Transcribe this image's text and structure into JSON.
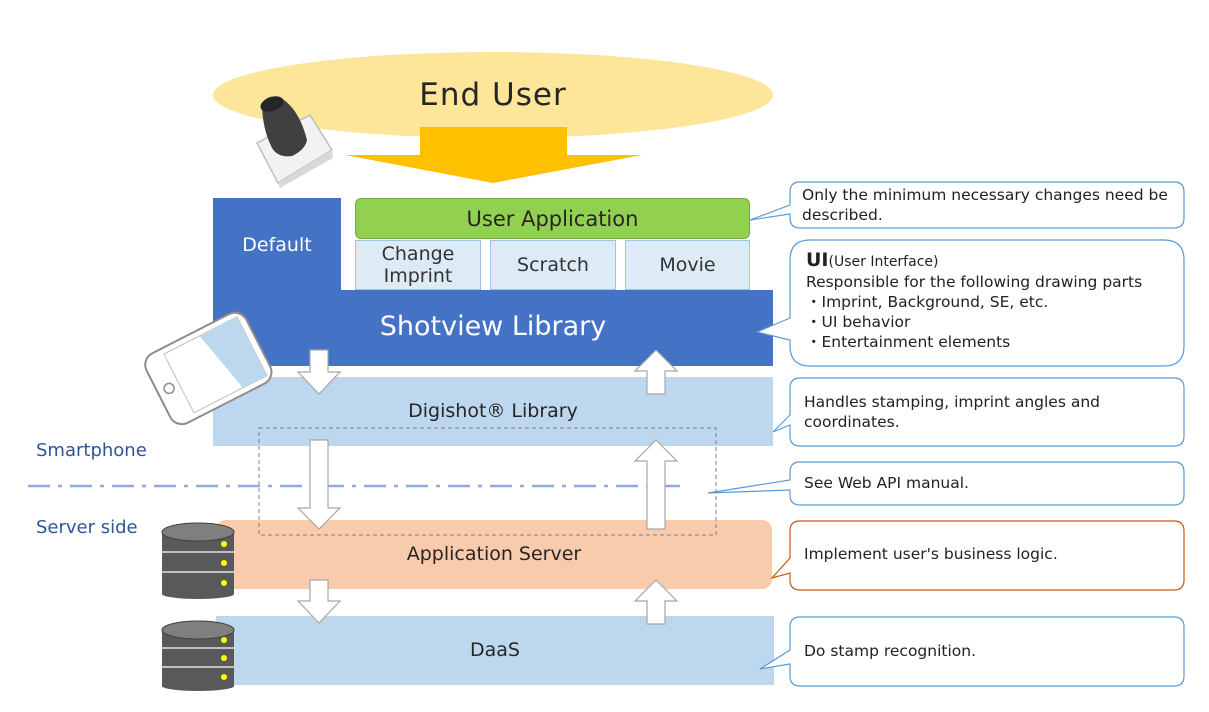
{
  "end_user": {
    "label": "End User"
  },
  "layers": {
    "default": "Default",
    "user_application": "User Application",
    "tabs": [
      "Change\nImprint",
      "Scratch",
      "Movie"
    ],
    "shotview": "Shotview Library",
    "digishot": "Digishot® Library",
    "app_server": "Application Server",
    "daas": "DaaS"
  },
  "zones": {
    "smartphone": "Smartphone",
    "server": "Server side"
  },
  "callouts": {
    "user_app": "Only the minimum necessary changes need be described.",
    "ui": {
      "heading": "UI",
      "heading_sub": "(User Interface)",
      "intro": "Responsible for the following drawing parts",
      "bullets": [
        "・Imprint, Background, SE, etc.",
        "・UI behavior",
        "・Entertainment elements"
      ]
    },
    "digishot": "Handles stamping, imprint angles and coordinates.",
    "web_api": "See Web API manual.",
    "app_server": "Implement user's business logic.",
    "daas": "Do stamp recognition."
  },
  "icons": [
    "stamp-icon",
    "smartphone-icon",
    "database-icon"
  ],
  "colors": {
    "end_user_ellipse": "#fde59a",
    "arrow_gold": "#ffc000",
    "shotview_blue": "#4472c4",
    "user_app_green": "#92d050",
    "light_blue": "#bdd7ee",
    "server_peach": "#f8cbad",
    "callout_border_blue": "#5b9bd5",
    "callout_border_orange": "#c55a11",
    "zone_text": "#2f5597"
  }
}
